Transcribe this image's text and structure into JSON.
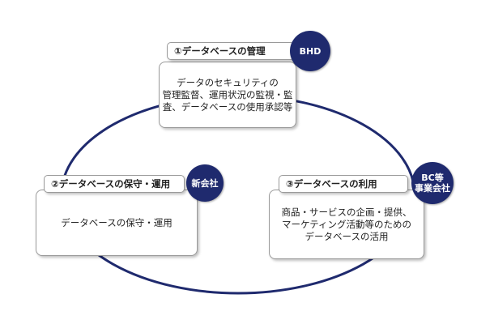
{
  "colors": {
    "ring": "#1f2a6e",
    "badge": "#1f2a6e"
  },
  "cards": [
    {
      "title": "①データベースの管理",
      "badge": [
        "BHD"
      ],
      "body": [
        "データのセキュリティの",
        "管理監督、運用状況の監視・監",
        "査、データベースの使用承認等"
      ]
    },
    {
      "title": "②データベースの保守・運用",
      "badge": [
        "新会社"
      ],
      "body": [
        "データベースの保守・運用"
      ]
    },
    {
      "title": "③データベースの利用",
      "badge": [
        "BC等",
        "事業会社"
      ],
      "body": [
        "商品・サービスの企画・提供、",
        "マーケティング活動等のための",
        "データベースの活用"
      ]
    }
  ]
}
